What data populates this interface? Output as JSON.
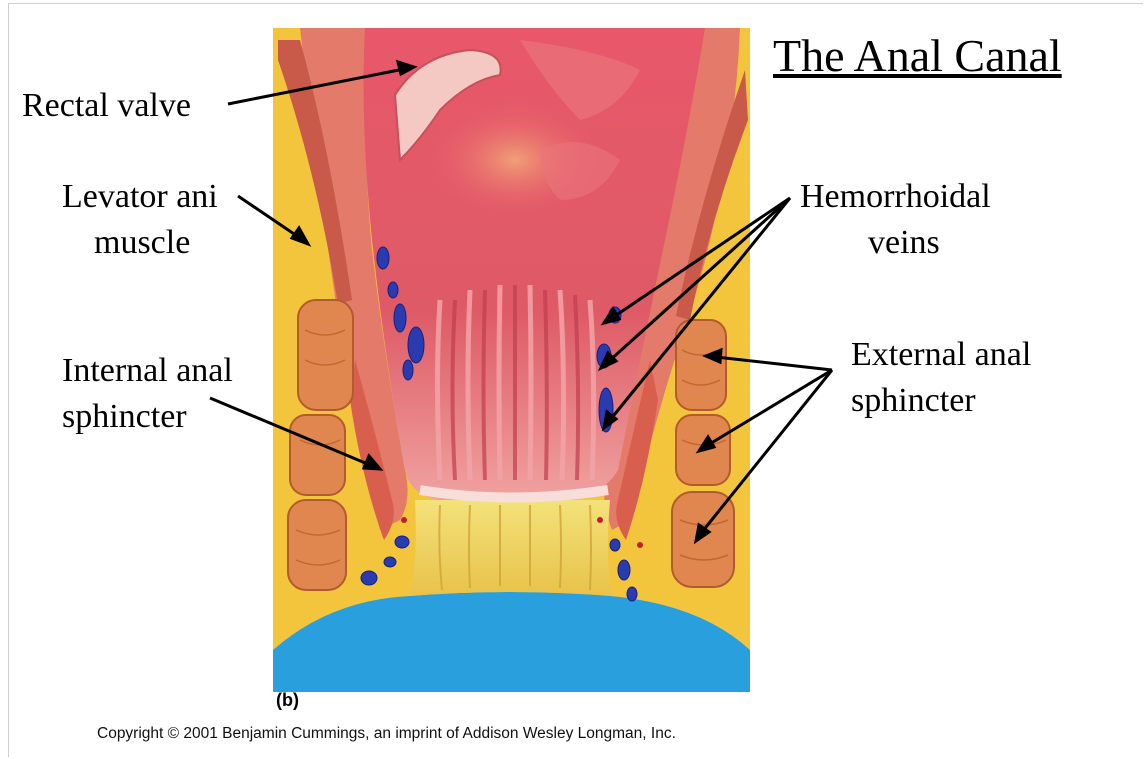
{
  "title": "The Anal Canal",
  "panel_letter": "(b)",
  "copyright": "Copyright © 2001 Benjamin Cummings, an imprint of Addison Wesley Longman, Inc.",
  "labels": {
    "rectal_valve": [
      "Rectal valve"
    ],
    "levator_ani": [
      "Levator ani",
      "muscle"
    ],
    "internal_sphincter": [
      "Internal anal",
      "sphincter"
    ],
    "hemorrhoidal_veins": [
      "Hemorrhoidal",
      "veins"
    ],
    "external_sphincter": [
      "External anal",
      "sphincter"
    ]
  },
  "colors": {
    "fat": "#f2c53d",
    "muscle": "#d9724a",
    "mucosa": "#d9505f",
    "mucosa_light": "#ef8f8f",
    "vein": "#2a3bb0",
    "skin_blue": "#2a9fde",
    "anal_yellow": "#f0d46a"
  }
}
